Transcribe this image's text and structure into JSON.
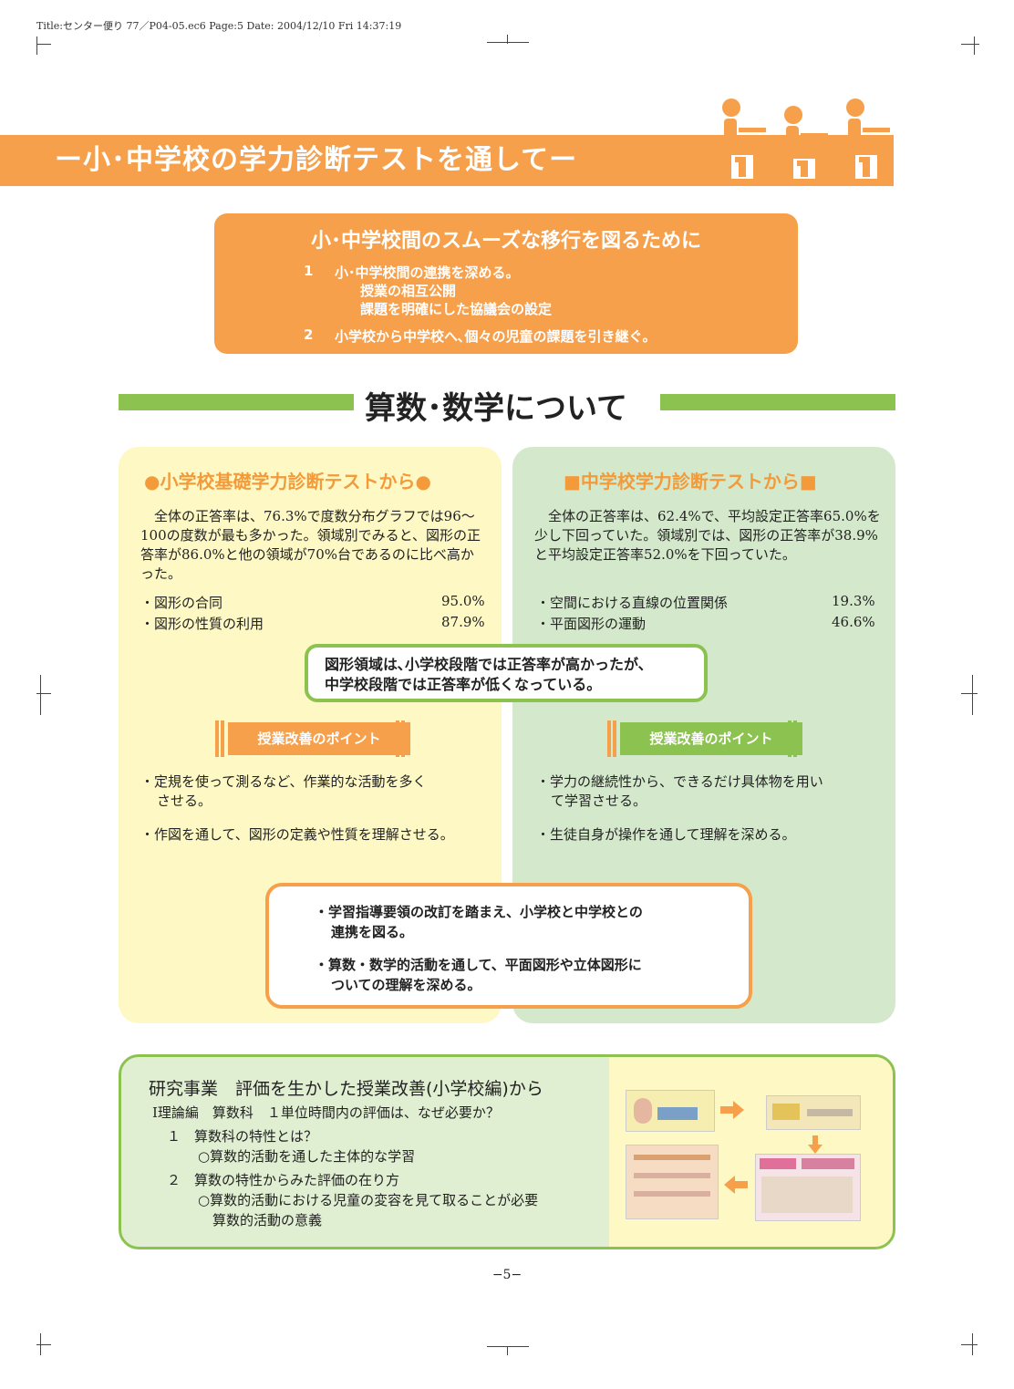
{
  "meta": "Title:センター便り 77／P04-05.ec6 Page:5 Date: 2004/12/10 Fri 14:37:19",
  "banner_title": "ー小･中学校の学力診断テストを通してー",
  "transition": {
    "title": "小･中学校間のスムーズな移行を図るために",
    "item1_num": "1",
    "item1_text": "小･中学校間の連携を深める。",
    "item1_sub1": "授業の相互公開",
    "item1_sub2": "課題を明確にした協議会の設定",
    "item2_num": "2",
    "item2_text": "小学校から中学校へ､個々の児童の課題を引き継ぐ。"
  },
  "section_title": "算数･数学について",
  "elementary": {
    "title": "●小学校基礎学力診断テストから●",
    "p1": "全体の正答率は、76.3%で度数分布グラフでは96〜100の度数が最も多かった。領域別でみると、図形の正答率が86.0%と他の領域が70%台であるのに比べ高かった。",
    "rows": [
      {
        "label": "・図形の合同",
        "value": "95.0%"
      },
      {
        "label": "・図形の性質の利用",
        "value": "87.9%"
      }
    ],
    "point_label": "授業改善のポイント",
    "bullet1a": "・定規を使って測るなど、作業的な活動を多く",
    "bullet1b": "させる。",
    "bullet2": "・作図を通して、図形の定義や性質を理解させる。"
  },
  "junior": {
    "title": "■中学校学力診断テストから■",
    "p1": "全体の正答率は、62.4%で、平均設定正答率65.0%を少し下回っていた。領域別では、図形の正答率が38.9%と平均設定正答率52.0%を下回っていた。",
    "rows": [
      {
        "label": "・空間における直線の位置関係",
        "value": "19.3%"
      },
      {
        "label": "・平面図形の運動",
        "value": "46.6%"
      }
    ],
    "point_label": "授業改善のポイント",
    "bullet1a": "・学力の継続性から、できるだけ具体物を用い",
    "bullet1b": "て学習させる。",
    "bullet2": "・生徒自身が操作を通して理解を深める。"
  },
  "summary": {
    "line1": "図形領域は､小学校段階では正答率が高かったが､",
    "line2": "中学校段階では正答率が低くなっている。"
  },
  "conclusion": {
    "b1a": "・学習指導要領の改訂を踏まえ、小学校と中学校との",
    "b1b": "連携を図る。",
    "b2a": "・算数・数学的活動を通して、平面図形や立体図形に",
    "b2b": "ついての理解を深める。"
  },
  "research": {
    "title": "研究事業　評価を生かした授業改善(小学校編)から",
    "subtitle": "Ⅰ理論編　算数科　１単位時間内の評価は、なぜ必要か？",
    "item1": "１　算数科の特性とは？",
    "item1_sub": "○算数的活動を通した主体的な学習",
    "item2": "２　算数の特性からみた評価の在り方",
    "item2_sub1": "○算数的活動における児童の変容を見て取ることが必要",
    "item2_sub2": "算数的活動の意義"
  },
  "page_number": "−5−",
  "colors": {
    "orange": "#f6a04c",
    "green": "#8cc24f",
    "cream": "#fdf8c4",
    "lightgreen": "#d4e9cb"
  }
}
